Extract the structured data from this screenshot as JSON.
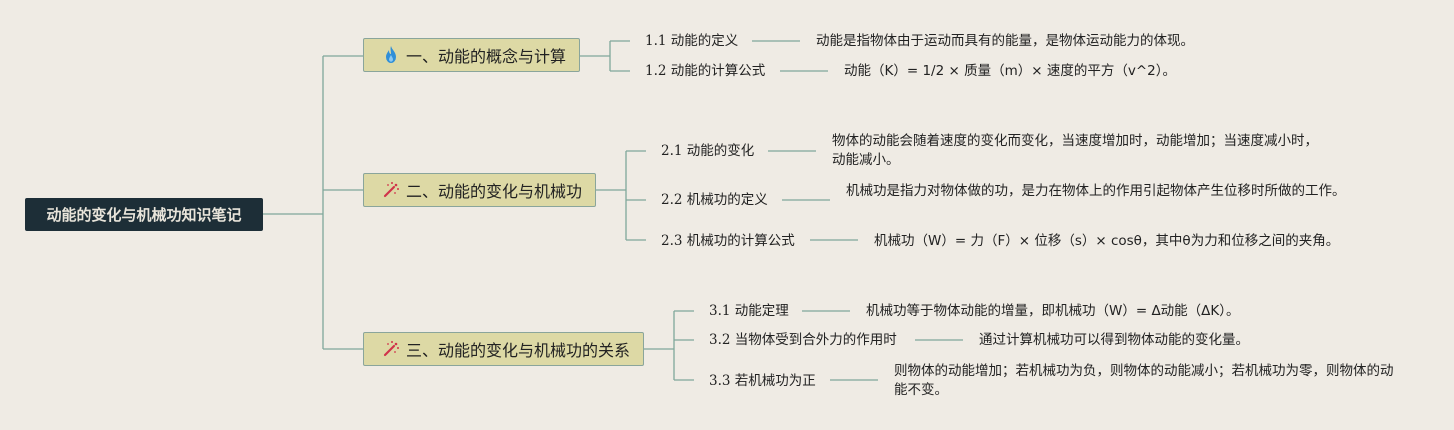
{
  "root": {
    "title": "动能的变化与机械功知识笔记"
  },
  "branches": [
    {
      "title": "一、动能的概念与计算",
      "icon": "flame-icon",
      "items": [
        {
          "label": "1.1 动能的定义",
          "text": "动能是指物体由于运动而具有的能量，是物体运动能力的体现。"
        },
        {
          "label": "1.2 动能的计算公式",
          "text": "动能（K）= 1/2 × 质量（m）× 速度的平方（v^2）。"
        }
      ]
    },
    {
      "title": "二、动能的变化与机械功",
      "icon": "magic-wand-icon",
      "items": [
        {
          "label": "2.1 动能的变化",
          "text": "物体的动能会随着速度的变化而变化，当速度增加时，动能增加；当速度减小时，动能减小。"
        },
        {
          "label": "2.2 机械功的定义",
          "text": "机械功是指力对物体做的功，是力在物体上的作用引起物体产生位移时所做的工作。"
        },
        {
          "label": "2.3 机械功的计算公式",
          "text": "机械功（W）= 力（F）× 位移（s）× cosθ，其中θ为力和位移之间的夹角。"
        }
      ]
    },
    {
      "title": "三、动能的变化与机械功的关系",
      "icon": "magic-wand-icon",
      "items": [
        {
          "label": "3.1 动能定理",
          "text": "机械功等于物体动能的增量，即机械功（W）= Δ动能（ΔK）。"
        },
        {
          "label": "3.2 当物体受到合外力的作用时",
          "text": "通过计算机械功可以得到物体动能的变化量。"
        },
        {
          "label": "3.3 若机械功为正",
          "text": "则物体的动能增加；若机械功为负，则物体的动能减小；若机械功为零，则物体的动能不变。"
        }
      ]
    }
  ],
  "colors": {
    "background": "#efebe4",
    "root": "#1d2e37",
    "branch": "#ddd9a5",
    "line": "#7fa79b"
  }
}
